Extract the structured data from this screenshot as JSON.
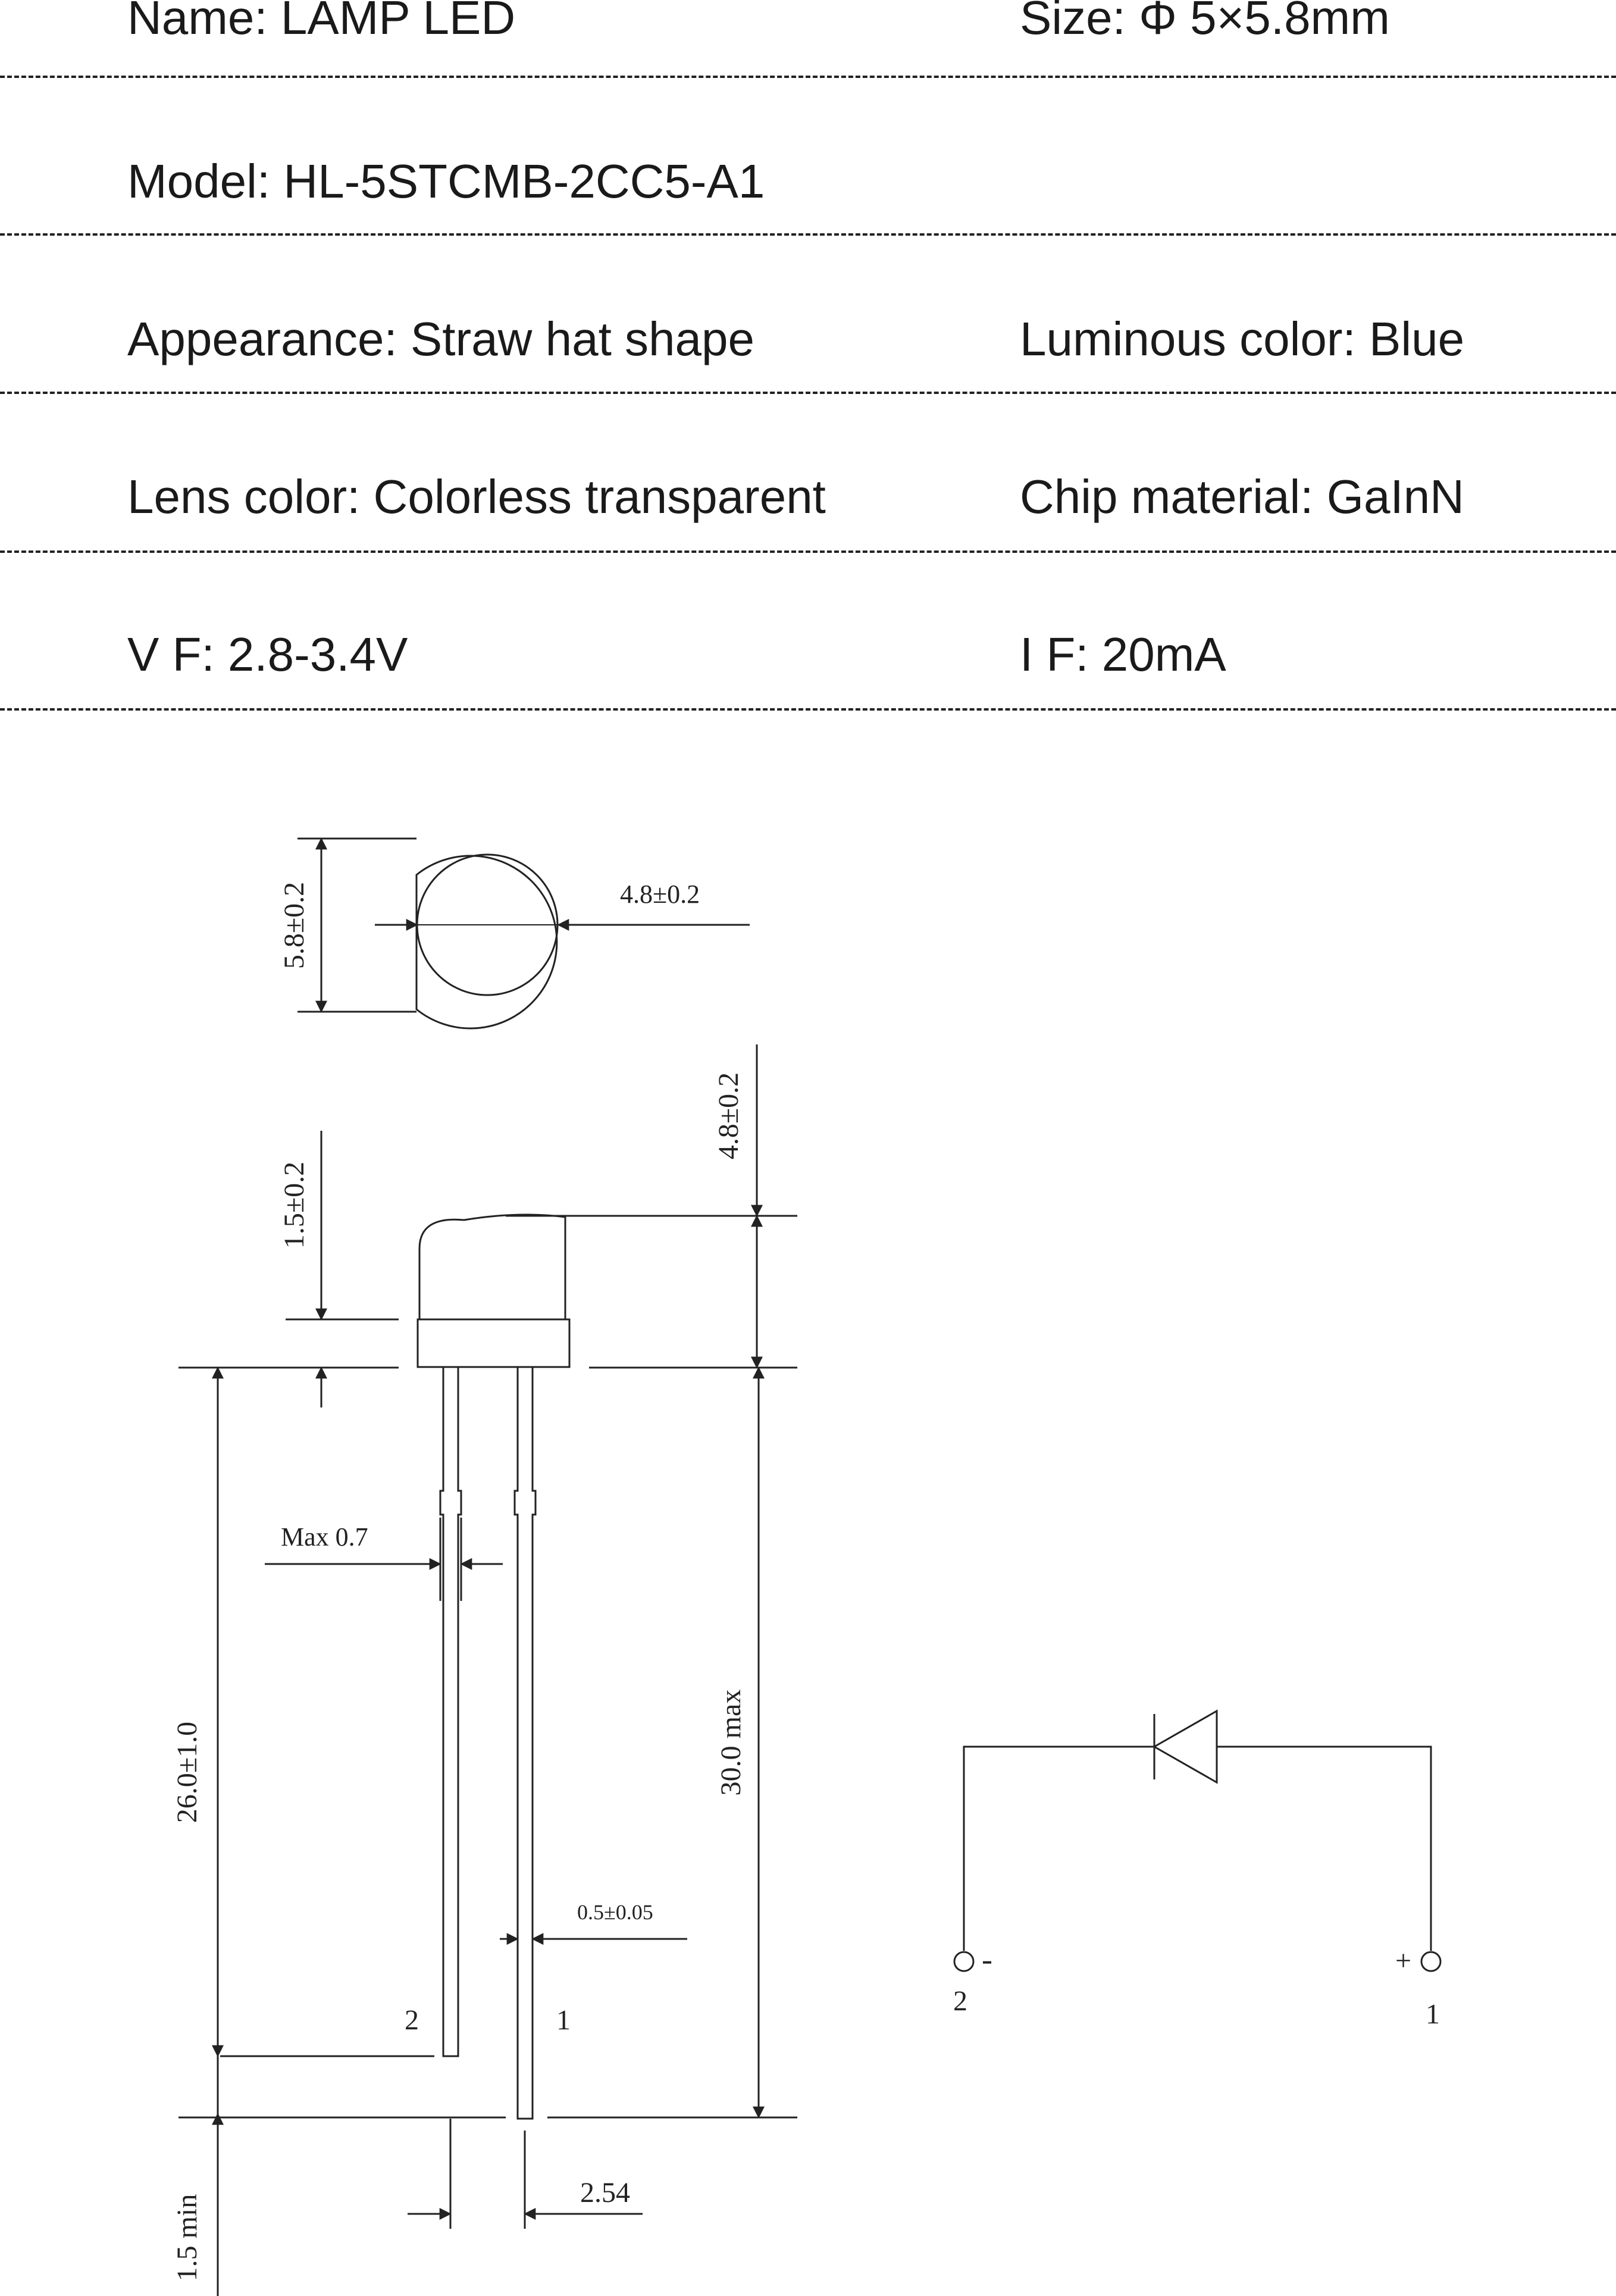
{
  "specs": {
    "name": "Name: LAMP LED",
    "size": "Size: Φ 5×5.8mm",
    "model": "Model: HL-5STCMB-2CC5-A1",
    "appearance": "Appearance: Straw hat shape",
    "luminous_color": "Luminous color: Blue",
    "lens_color": "Lens color: Colorless transparent",
    "chip_material": "Chip material: GaInN",
    "vf": "V F: 2.8-3.4V",
    "if": "I F: 20mA"
  },
  "dimensions": {
    "top_view_height": "5.8±0.2",
    "top_view_diameter": "4.8±0.2",
    "dome_height": "4.8±0.2",
    "flange_height": "1.5±0.2",
    "max_kink": "Max 0.7",
    "short_lead": "26.0±1.0",
    "overall_length": "30.0 max",
    "lead_width": "0.5±0.05",
    "pin_spacing": "2.54",
    "min_distance": "1.5 min"
  },
  "pins": {
    "left": "2",
    "right": "1"
  },
  "schematic": {
    "minus_sign": "-",
    "plus_sign": "+",
    "left_pin": "2",
    "right_pin": "1"
  }
}
